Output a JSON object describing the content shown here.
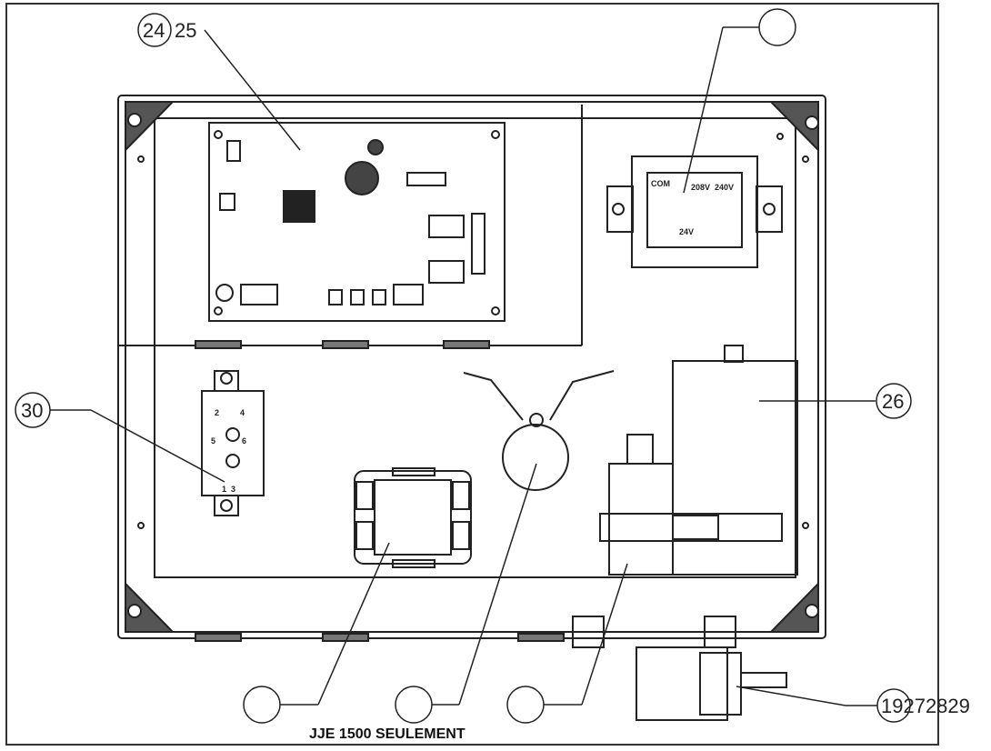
{
  "callouts": {
    "board_a": "24",
    "board_b": "25",
    "capacitor": "26",
    "terminal": "30",
    "motor": "19272829",
    "transformer": "",
    "contactor": "",
    "toroid": "",
    "run_cap": ""
  },
  "transformer_labels": {
    "com": "COM",
    "v208": "208V",
    "v240": "240V",
    "v24": "24V"
  },
  "terminal_labels": {
    "t2": "2",
    "t4": "4",
    "t5": "5",
    "t6": "6",
    "t1": "1",
    "t3": "3"
  },
  "caption": "JJE 1500 SEULEMENT"
}
